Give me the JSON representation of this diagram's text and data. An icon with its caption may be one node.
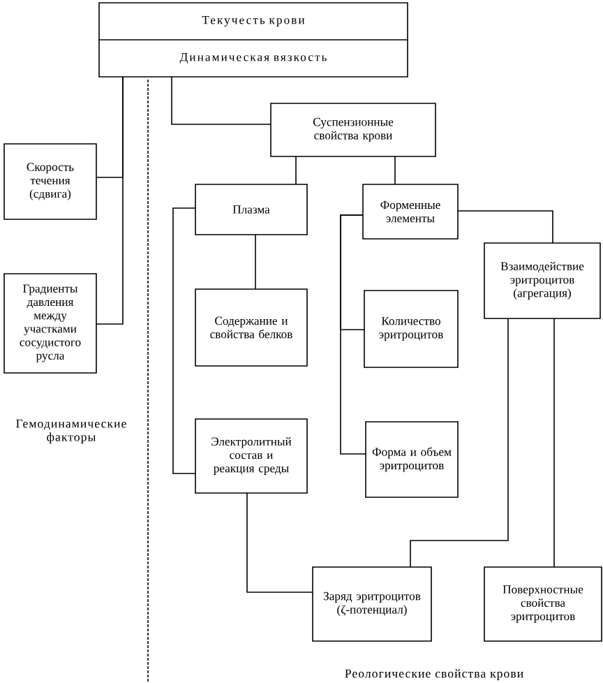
{
  "diagram": {
    "nodes": [
      {
        "text": [
          "Текучесть крови",
          "Динамическая вязкость"
        ]
      },
      {
        "text": [
          "Скорость течения (сдвига)"
        ]
      },
      {
        "text": [
          "Градиенты давления между участками сосудистого русла"
        ]
      },
      {
        "text": [
          "Суспензионные свойства крови"
        ]
      },
      {
        "text": [
          "Плазма"
        ]
      },
      {
        "text": [
          "Форменные элементы"
        ]
      },
      {
        "text": [
          "Взаимодействие эритроцитов (агрегация)"
        ]
      },
      {
        "text": [
          "Содержание и свойства белков"
        ]
      },
      {
        "text": [
          "Количество эритроцитов"
        ]
      },
      {
        "text": [
          "Электролитный состав и реакция среды"
        ]
      },
      {
        "text": [
          "Форма и объем эритроцитов"
        ]
      },
      {
        "text": [
          "Заряд эритроцитов (ζ-потенциал)"
        ]
      },
      {
        "text": [
          "Поверхностные свойства эритроцитов"
        ]
      }
    ],
    "edges": [
      {
        "from": 0,
        "to": 1,
        "arrow": "none"
      },
      {
        "from": 0,
        "to": 2,
        "arrow": "none"
      },
      {
        "from": 0,
        "to": 3,
        "arrow": "none"
      },
      {
        "from": 3,
        "to": 4,
        "arrow": "none"
      },
      {
        "from": 3,
        "to": 5,
        "arrow": "none"
      },
      {
        "from": 4,
        "to": 7,
        "arrow": "none"
      },
      {
        "from": 4,
        "to": 9,
        "arrow": "none"
      },
      {
        "from": 5,
        "to": 8,
        "arrow": "none"
      },
      {
        "from": 5,
        "to": 10,
        "arrow": "none"
      },
      {
        "from": 5,
        "to": 6,
        "arrow": "none"
      },
      {
        "from": 6,
        "to": 11,
        "arrow": "none"
      },
      {
        "from": 6,
        "to": 12,
        "arrow": "none"
      },
      {
        "from": 9,
        "to": 11,
        "arrow": "none"
      }
    ],
    "labels": [
      "Гемодинамические факторы",
      "Реологические свойства крови"
    ]
  }
}
